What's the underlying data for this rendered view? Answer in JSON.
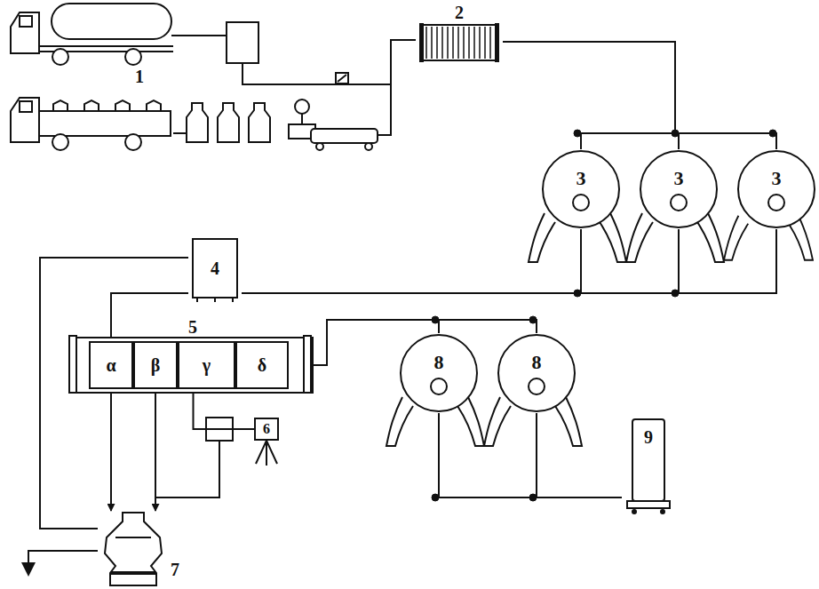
{
  "diagram": {
    "nodes": [
      {
        "text": [
          "2"
        ]
      },
      {
        "text": [
          "3"
        ]
      },
      {
        "text": [
          "3"
        ]
      },
      {
        "text": [
          "3"
        ]
      },
      {
        "text": [
          "4"
        ]
      },
      {
        "text": [
          "5"
        ]
      },
      {
        "text": [
          "α"
        ],
        "in": 5
      },
      {
        "text": [
          "β"
        ],
        "in": 5
      },
      {
        "text": [
          "γ"
        ],
        "in": 5
      },
      {
        "text": [
          "δ"
        ],
        "in": 5
      },
      {
        "text": [
          "6"
        ]
      },
      {
        "text": [
          "7"
        ]
      },
      {
        "text": [
          "8"
        ]
      },
      {
        "text": [
          "8"
        ]
      },
      {
        "text": [
          "9"
        ]
      }
    ],
    "edges": [
      {
        "from": 0,
        "to": 1,
        "arrow": "none"
      },
      {
        "from": 0,
        "to": 2,
        "arrow": "none"
      },
      {
        "from": 0,
        "to": 3,
        "arrow": "none"
      },
      {
        "from": 1,
        "to": 4,
        "arrow": "none"
      },
      {
        "from": 2,
        "to": 4,
        "arrow": "none"
      },
      {
        "from": 3,
        "to": 4,
        "arrow": "none"
      },
      {
        "from": 4,
        "to": 6,
        "arrow": "none"
      },
      {
        "from": 6,
        "to": 11,
        "arrow": "to"
      },
      {
        "from": 7,
        "to": 11,
        "arrow": "to"
      },
      {
        "from": 11,
        "to": 4,
        "arrow": "none"
      },
      {
        "from": 8,
        "to": 10,
        "arrow": "none"
      },
      {
        "from": 9,
        "to": 12,
        "arrow": "none"
      },
      {
        "from": 9,
        "to": 13,
        "arrow": "none"
      },
      {
        "from": 12,
        "to": 14,
        "arrow": "none"
      },
      {
        "from": 13,
        "to": 14,
        "arrow": "none"
      }
    ],
    "labels": [
      "1"
    ]
  }
}
